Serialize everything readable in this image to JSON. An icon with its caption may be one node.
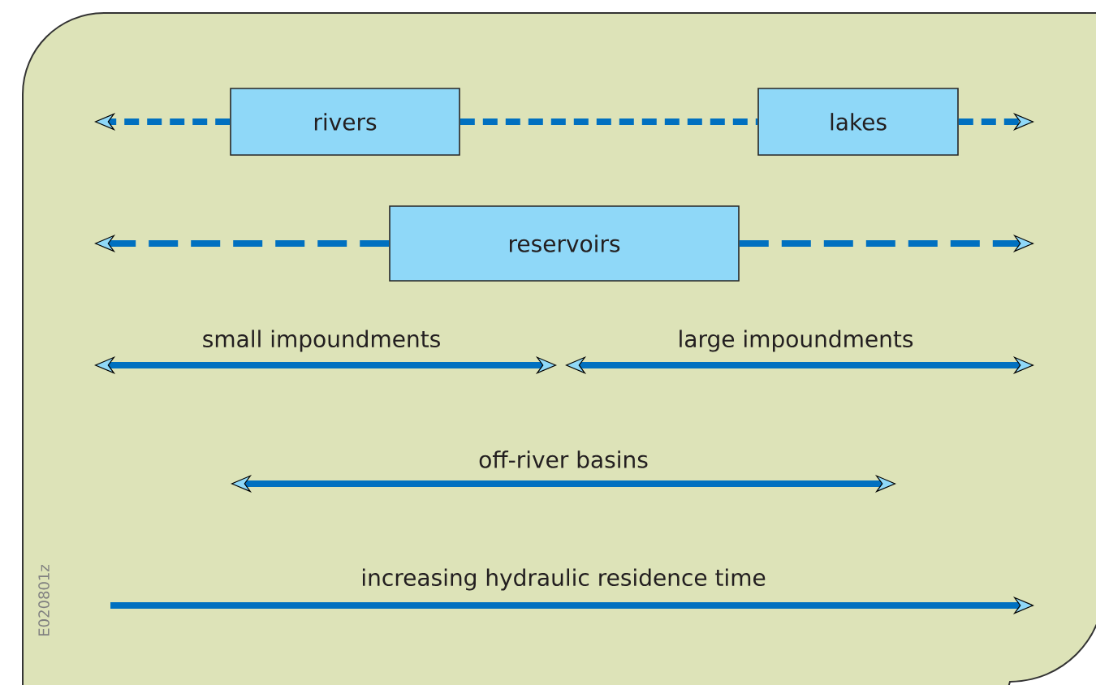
{
  "diagram": {
    "nodes": [
      {
        "text": [
          "rivers"
        ]
      },
      {
        "text": [
          "lakes"
        ]
      },
      {
        "text": [
          "reservoirs"
        ]
      }
    ],
    "edges": [
      {
        "from": 0,
        "to": null,
        "arrow": "to",
        "style": "dashed"
      },
      {
        "from": 0,
        "to": 1,
        "arrow": "none",
        "style": "dashed"
      },
      {
        "from": 1,
        "to": null,
        "arrow": "to",
        "style": "dashed"
      },
      {
        "from": 2,
        "to": null,
        "arrow": "to",
        "style": "dashed"
      },
      {
        "from": 2,
        "to": null,
        "arrow": "to",
        "style": "dashed"
      }
    ],
    "labels": [
      "small impoundments",
      "large impoundments",
      "off-river basins",
      "increasing hydraulic residence time",
      "E020801z"
    ]
  }
}
